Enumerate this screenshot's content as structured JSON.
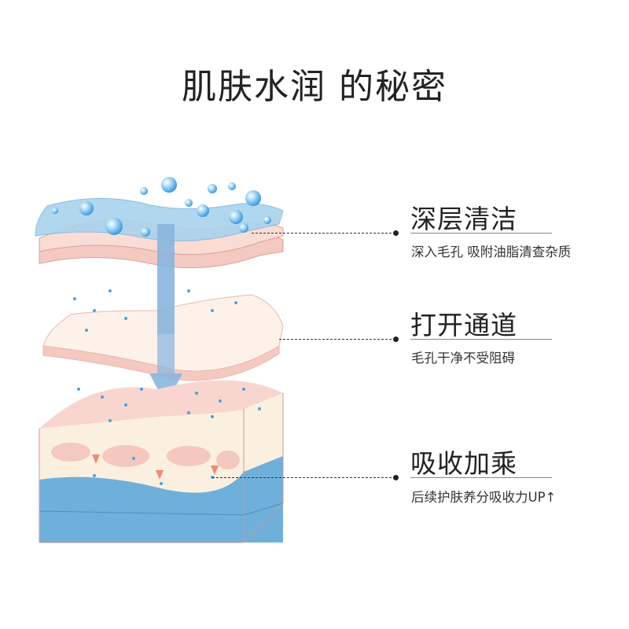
{
  "title": "肌肤水润 的秘密",
  "steps": [
    {
      "heading": "深层清洁",
      "description": "深入毛孔 吸附油脂清查杂质"
    },
    {
      "heading": "打开通道",
      "description": "毛孔干净不受阻碍"
    },
    {
      "heading": "吸收加乘",
      "description": "后续护肤养分吸收力UP↑"
    }
  ],
  "colors": {
    "water": "#7fb8de",
    "skin": "#f6cfc8",
    "cream": "#fcf3e4",
    "deep": "#5fa3cf"
  }
}
